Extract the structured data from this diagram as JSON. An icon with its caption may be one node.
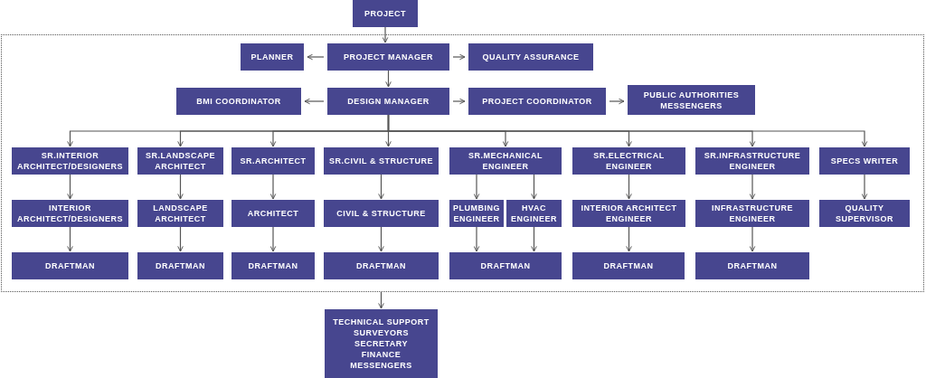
{
  "diagram": {
    "nodes": [
      {
        "text": [
          "PROJECT"
        ]
      },
      {
        "text": [],
        "shape": "box"
      },
      {
        "text": [
          "PLANNER"
        ],
        "in": 1
      },
      {
        "text": [
          "PROJECT MANAGER"
        ],
        "in": 1
      },
      {
        "text": [
          "QUALITY ASSURANCE"
        ],
        "in": 1
      },
      {
        "text": [
          "BMI COORDINATOR"
        ],
        "in": 1
      },
      {
        "text": [
          "DESIGN MANAGER"
        ],
        "in": 1
      },
      {
        "text": [
          "PROJECT COORDINATOR"
        ],
        "in": 1
      },
      {
        "text": [
          "PUBLIC AUTHORITIES MESSENGERS"
        ],
        "in": 1
      },
      {
        "text": [
          "SR.INTERIOR ARCHITECT/DESIGNERS"
        ],
        "in": 1
      },
      {
        "text": [
          "SR.LANDSCAPE ARCHITECT"
        ],
        "in": 1
      },
      {
        "text": [
          "SR.ARCHITECT"
        ],
        "in": 1
      },
      {
        "text": [
          "SR.CIVIL & STRUCTURE"
        ],
        "in": 1
      },
      {
        "text": [
          "SR.MECHANICAL ENGINEER"
        ],
        "in": 1
      },
      {
        "text": [
          "SR.ELECTRICAL ENGINEER"
        ],
        "in": 1
      },
      {
        "text": [
          "SR.INFRASTRUCTURE ENGINEER"
        ],
        "in": 1
      },
      {
        "text": [
          "SPECS WRITER"
        ],
        "in": 1
      },
      {
        "text": [
          "INTERIOR ARCHITECT/DESIGNERS"
        ],
        "in": 1
      },
      {
        "text": [
          "LANDSCAPE ARCHITECT"
        ],
        "in": 1
      },
      {
        "text": [
          "ARCHITECT"
        ],
        "in": 1
      },
      {
        "text": [
          "CIVIL & STRUCTURE"
        ],
        "in": 1
      },
      {
        "text": [
          "PLUMBING ENGINEER"
        ],
        "in": 1
      },
      {
        "text": [
          "HVAC ENGINEER"
        ],
        "in": 1
      },
      {
        "text": [
          "INTERIOR ARCHITECT ENGINEER"
        ],
        "in": 1
      },
      {
        "text": [
          "INFRASTRUCTURE ENGINEER"
        ],
        "in": 1
      },
      {
        "text": [
          "QUALITY SUPERVISOR"
        ],
        "in": 1
      },
      {
        "text": [
          "DRAFTMAN"
        ],
        "in": 1
      },
      {
        "text": [
          "DRAFTMAN"
        ],
        "in": 1
      },
      {
        "text": [
          "DRAFTMAN"
        ],
        "in": 1
      },
      {
        "text": [
          "DRAFTMAN"
        ],
        "in": 1
      },
      {
        "text": [
          "DRAFTMAN"
        ],
        "in": 1
      },
      {
        "text": [
          "DRAFTMAN"
        ],
        "in": 1
      },
      {
        "text": [
          "DRAFTMAN"
        ],
        "in": 1
      },
      {
        "text": [
          "TECHNICAL SUPPORT",
          "SURVEYORS",
          "SECRETARY",
          "FINANCE",
          "MESSENGERS"
        ]
      }
    ],
    "edges": [
      {
        "from": 0,
        "to": 3,
        "arrow": "to"
      },
      {
        "from": 3,
        "to": 2,
        "arrow": "to"
      },
      {
        "from": 3,
        "to": 4,
        "arrow": "to"
      },
      {
        "from": 3,
        "to": 6,
        "arrow": "to"
      },
      {
        "from": 6,
        "to": 5,
        "arrow": "to"
      },
      {
        "from": 6,
        "to": 7,
        "arrow": "to"
      },
      {
        "from": 7,
        "to": 8,
        "arrow": "to"
      },
      {
        "from": 6,
        "to": 9,
        "arrow": "to"
      },
      {
        "from": 6,
        "to": 10,
        "arrow": "to"
      },
      {
        "from": 6,
        "to": 11,
        "arrow": "to"
      },
      {
        "from": 6,
        "to": 12,
        "arrow": "to"
      },
      {
        "from": 6,
        "to": 13,
        "arrow": "to"
      },
      {
        "from": 6,
        "to": 14,
        "arrow": "to"
      },
      {
        "from": 6,
        "to": 15,
        "arrow": "to"
      },
      {
        "from": 6,
        "to": 16,
        "arrow": "to"
      },
      {
        "from": 9,
        "to": 17,
        "arrow": "to"
      },
      {
        "from": 10,
        "to": 18,
        "arrow": "to"
      },
      {
        "from": 11,
        "to": 19,
        "arrow": "to"
      },
      {
        "from": 12,
        "to": 20,
        "arrow": "to"
      },
      {
        "from": 13,
        "to": 21,
        "arrow": "to"
      },
      {
        "from": 13,
        "to": 22,
        "arrow": "to"
      },
      {
        "from": 14,
        "to": 23,
        "arrow": "to"
      },
      {
        "from": 15,
        "to": 24,
        "arrow": "to"
      },
      {
        "from": 16,
        "to": 25,
        "arrow": "to"
      },
      {
        "from": 17,
        "to": 26,
        "arrow": "to"
      },
      {
        "from": 18,
        "to": 27,
        "arrow": "to"
      },
      {
        "from": 19,
        "to": 28,
        "arrow": "to"
      },
      {
        "from": 20,
        "to": 29,
        "arrow": "to"
      },
      {
        "from": 21,
        "to": 30,
        "arrow": "to"
      },
      {
        "from": 22,
        "to": 30,
        "arrow": "to"
      },
      {
        "from": 23,
        "to": 31,
        "arrow": "to"
      },
      {
        "from": 24,
        "to": 32,
        "arrow": "to"
      },
      {
        "from": 1,
        "to": 33,
        "arrow": "to"
      }
    ]
  }
}
